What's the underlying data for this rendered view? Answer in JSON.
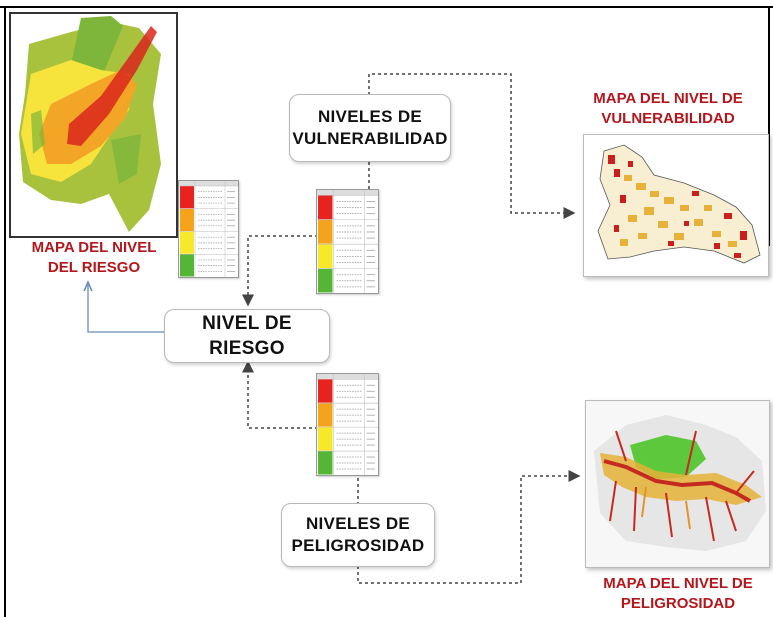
{
  "nodes": {
    "vulnerabilidad": {
      "line1": "NIVELES DE",
      "line2": "VULNERABILIDAD"
    },
    "riesgo": {
      "line1": "NIVEL DE",
      "line2": "RIESGO"
    },
    "peligrosidad": {
      "line1": "NIVELES DE",
      "line2": "PELIGROSIDAD"
    }
  },
  "captions": {
    "riesgo": {
      "line1": "MAPA DEL NIVEL",
      "line2": "DEL RIESGO"
    },
    "vulnerabilidad": {
      "line1": "MAPA DEL NIVEL DE",
      "line2": "VULNERABILIDAD"
    },
    "peligrosidad": {
      "line1": "MAPA DEL NIVEL DE",
      "line2": "PELIGROSIDAD"
    }
  },
  "legend_colors": [
    "#e8231f",
    "#f5a31a",
    "#f7e82a",
    "#55b534"
  ],
  "caption_color": "#b3171c",
  "map_colors": {
    "red": "#d9261c",
    "orange": "#f3a626",
    "yellow": "#f6e43c",
    "green": "#7db63b",
    "olive": "#a9c23d"
  }
}
